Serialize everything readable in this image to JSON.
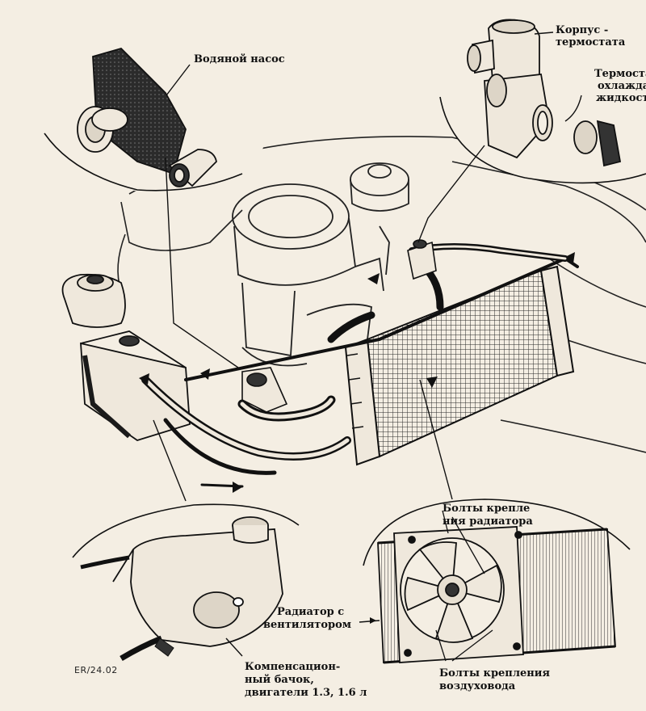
{
  "labels": {
    "water_pump": "Водяной насос",
    "thermostat_housing_1": "Корпус -",
    "thermostat_housing_2": "термостата",
    "thermostat_1": "Термостат",
    "thermostat_2": "охлаждаю",
    "thermostat_3": "жидкости",
    "radiator_bolts_1": "Болты крепле",
    "radiator_bolts_2": "ния радиатора",
    "radiator_fan_1": "Радиатор с",
    "radiator_fan_2": "вентилятором",
    "expansion_tank_1": "Компенсацион-",
    "expansion_tank_2": "ный бачок,",
    "expansion_tank_3": "двигатели 1.3, 1.6 л",
    "duct_bolts_1": "Болты крепления",
    "duct_bolts_2": "воздуховода"
  },
  "figure_code": "ER/24.02",
  "colors": {
    "ink": "#111111",
    "paper": "#f4eee3",
    "grey": "#5a5650"
  }
}
